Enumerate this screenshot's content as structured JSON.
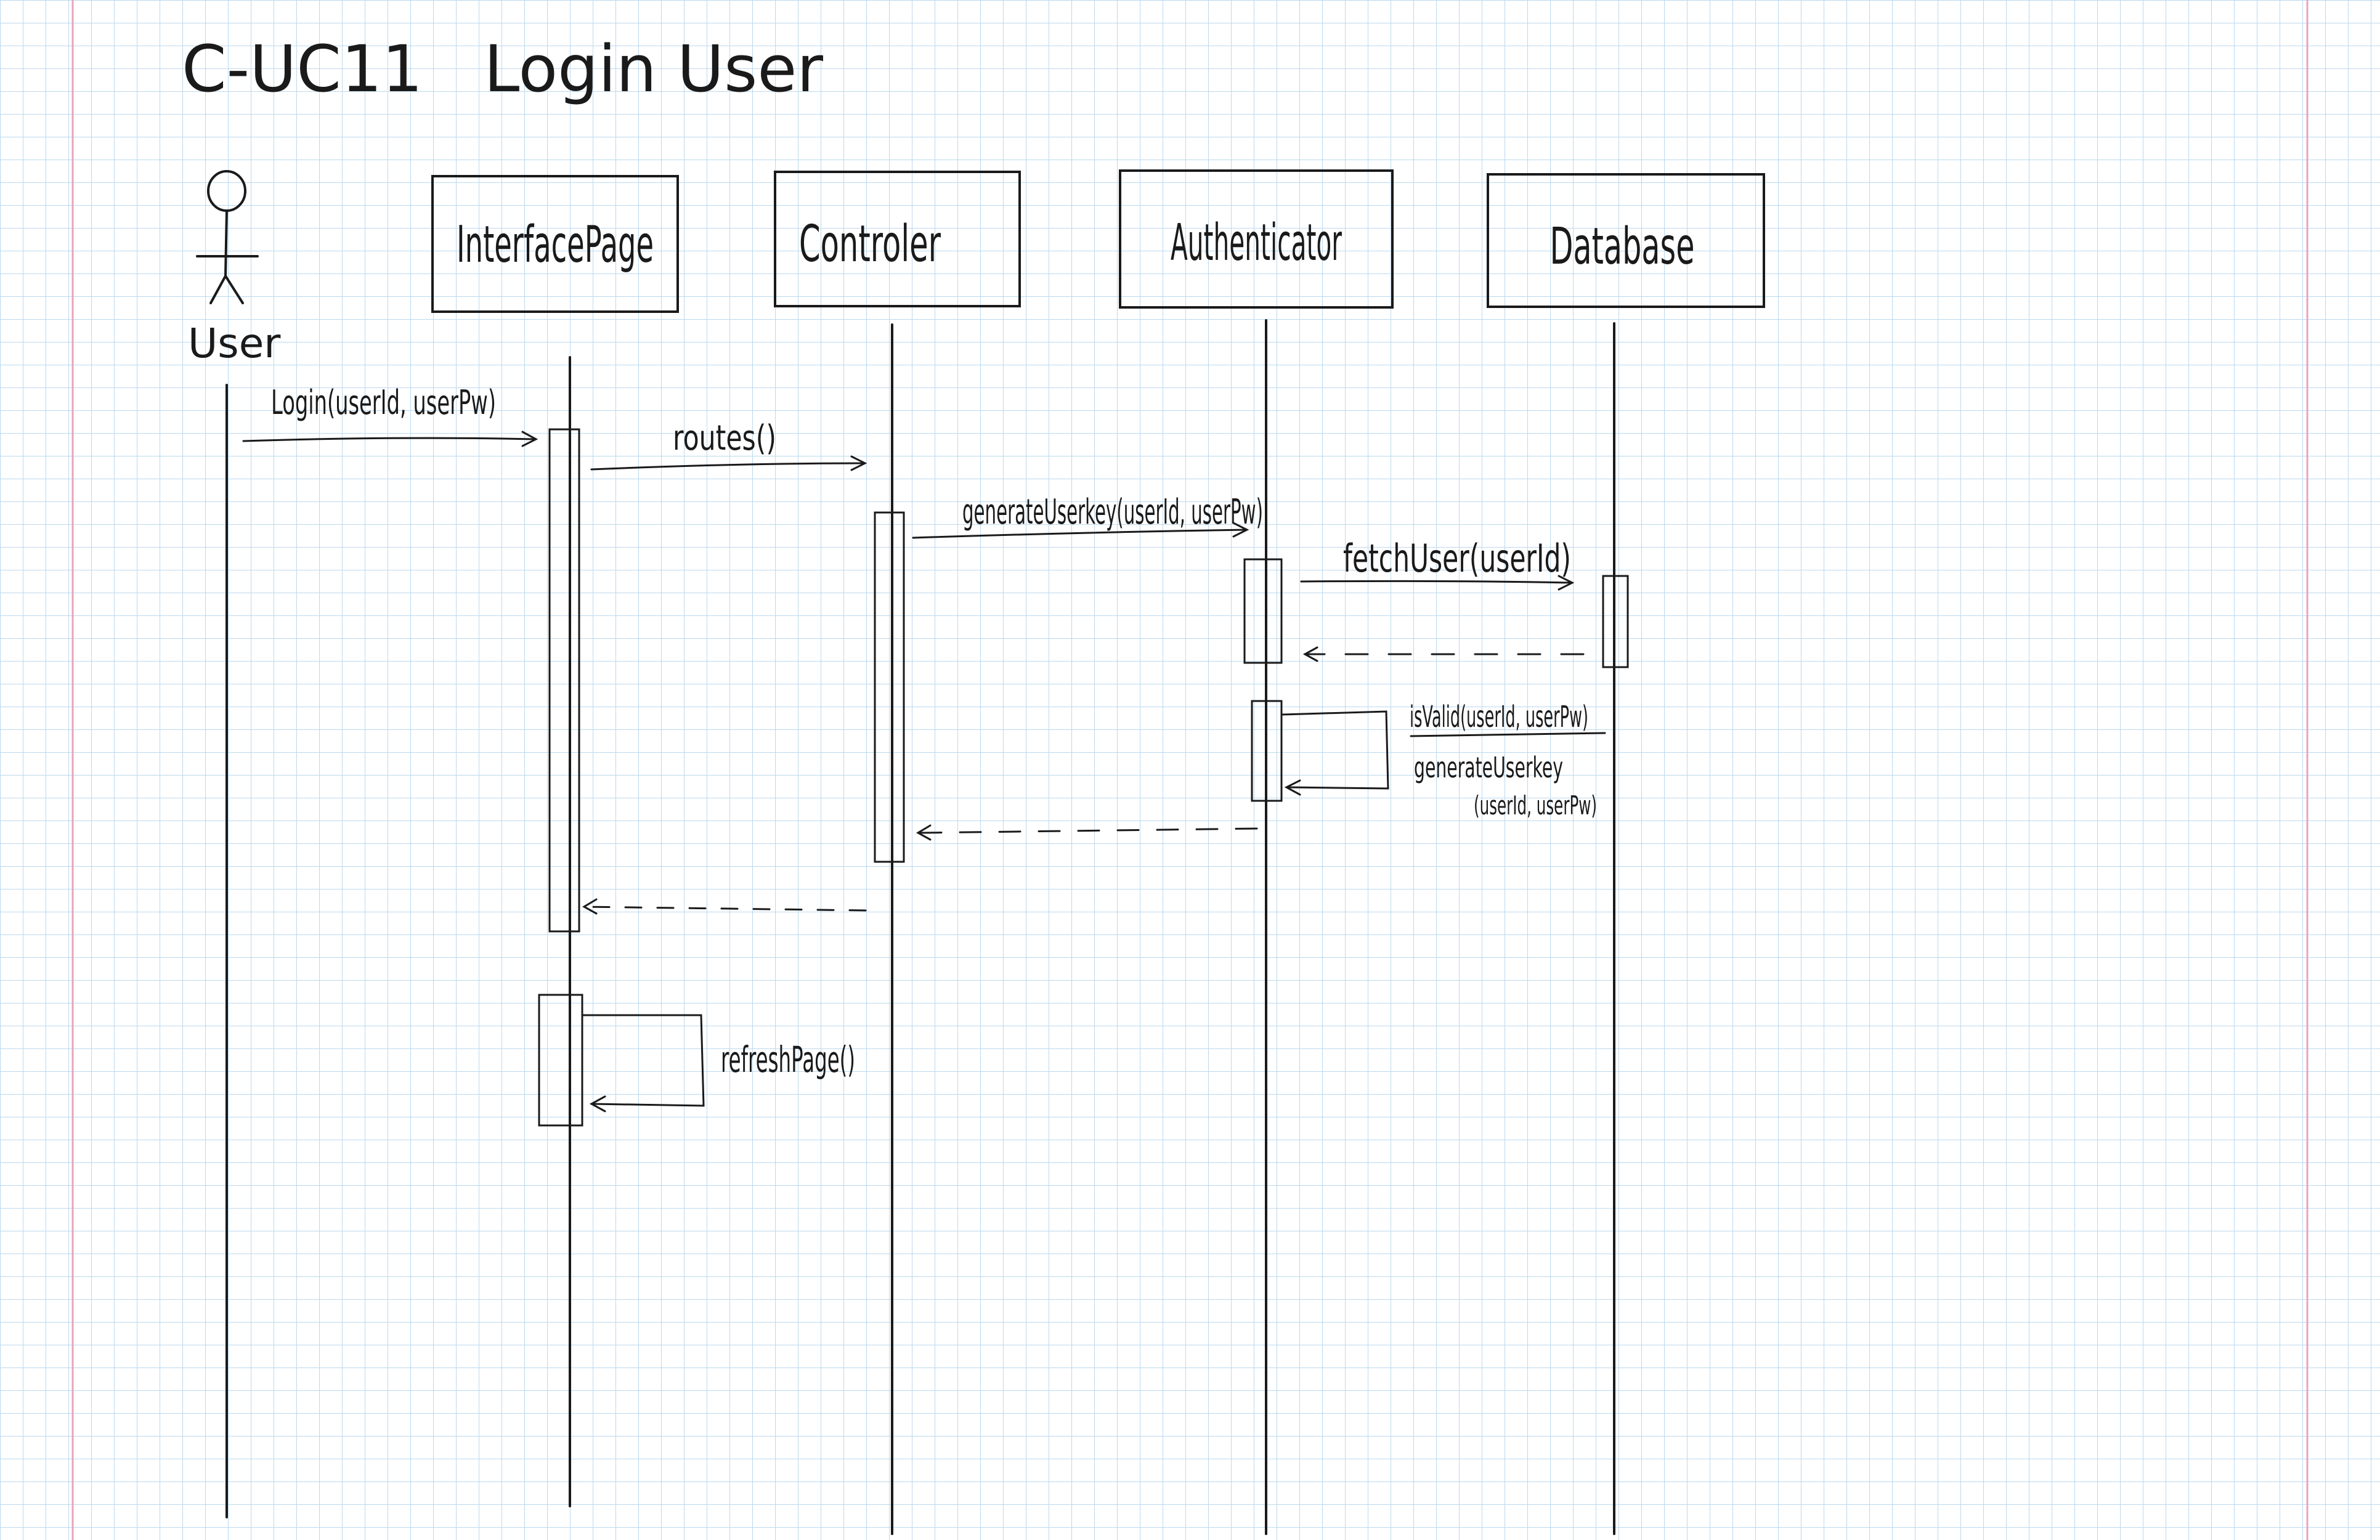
{
  "title": "C-UC11   Login User",
  "actor": {
    "label": "User"
  },
  "participants": [
    {
      "key": "interface",
      "label": "InterfacePage"
    },
    {
      "key": "controller",
      "label": "Controler"
    },
    {
      "key": "authenticator",
      "label": "Authenticator"
    },
    {
      "key": "database",
      "label": "Database"
    }
  ],
  "messages": [
    {
      "key": "login",
      "label": "Login(userId, userPw)",
      "kind": "call"
    },
    {
      "key": "routes",
      "label": "routes()",
      "kind": "call"
    },
    {
      "key": "generate",
      "label": "generateUserkey(userId, userPw)",
      "kind": "call"
    },
    {
      "key": "fetch",
      "label": "fetchUser(userId)",
      "kind": "call"
    },
    {
      "key": "db_return",
      "label": "",
      "kind": "return"
    },
    {
      "key": "isvalid",
      "label": "isValid(userId, userPw)",
      "kind": "self"
    },
    {
      "key": "genkey",
      "label": "generateUserkey",
      "kind": "self"
    },
    {
      "key": "genkey_args",
      "label": "(userId, userPw)",
      "kind": "self"
    },
    {
      "key": "auth_return",
      "label": "",
      "kind": "return"
    },
    {
      "key": "ctrl_return",
      "label": "",
      "kind": "return"
    },
    {
      "key": "refresh",
      "label": "refreshPage()",
      "kind": "self"
    }
  ],
  "colors": {
    "grid_line": "#bcd9ef",
    "margin_line": "#e9a3bd",
    "ink": "#1a1a1a",
    "paper": "#ffffff"
  }
}
